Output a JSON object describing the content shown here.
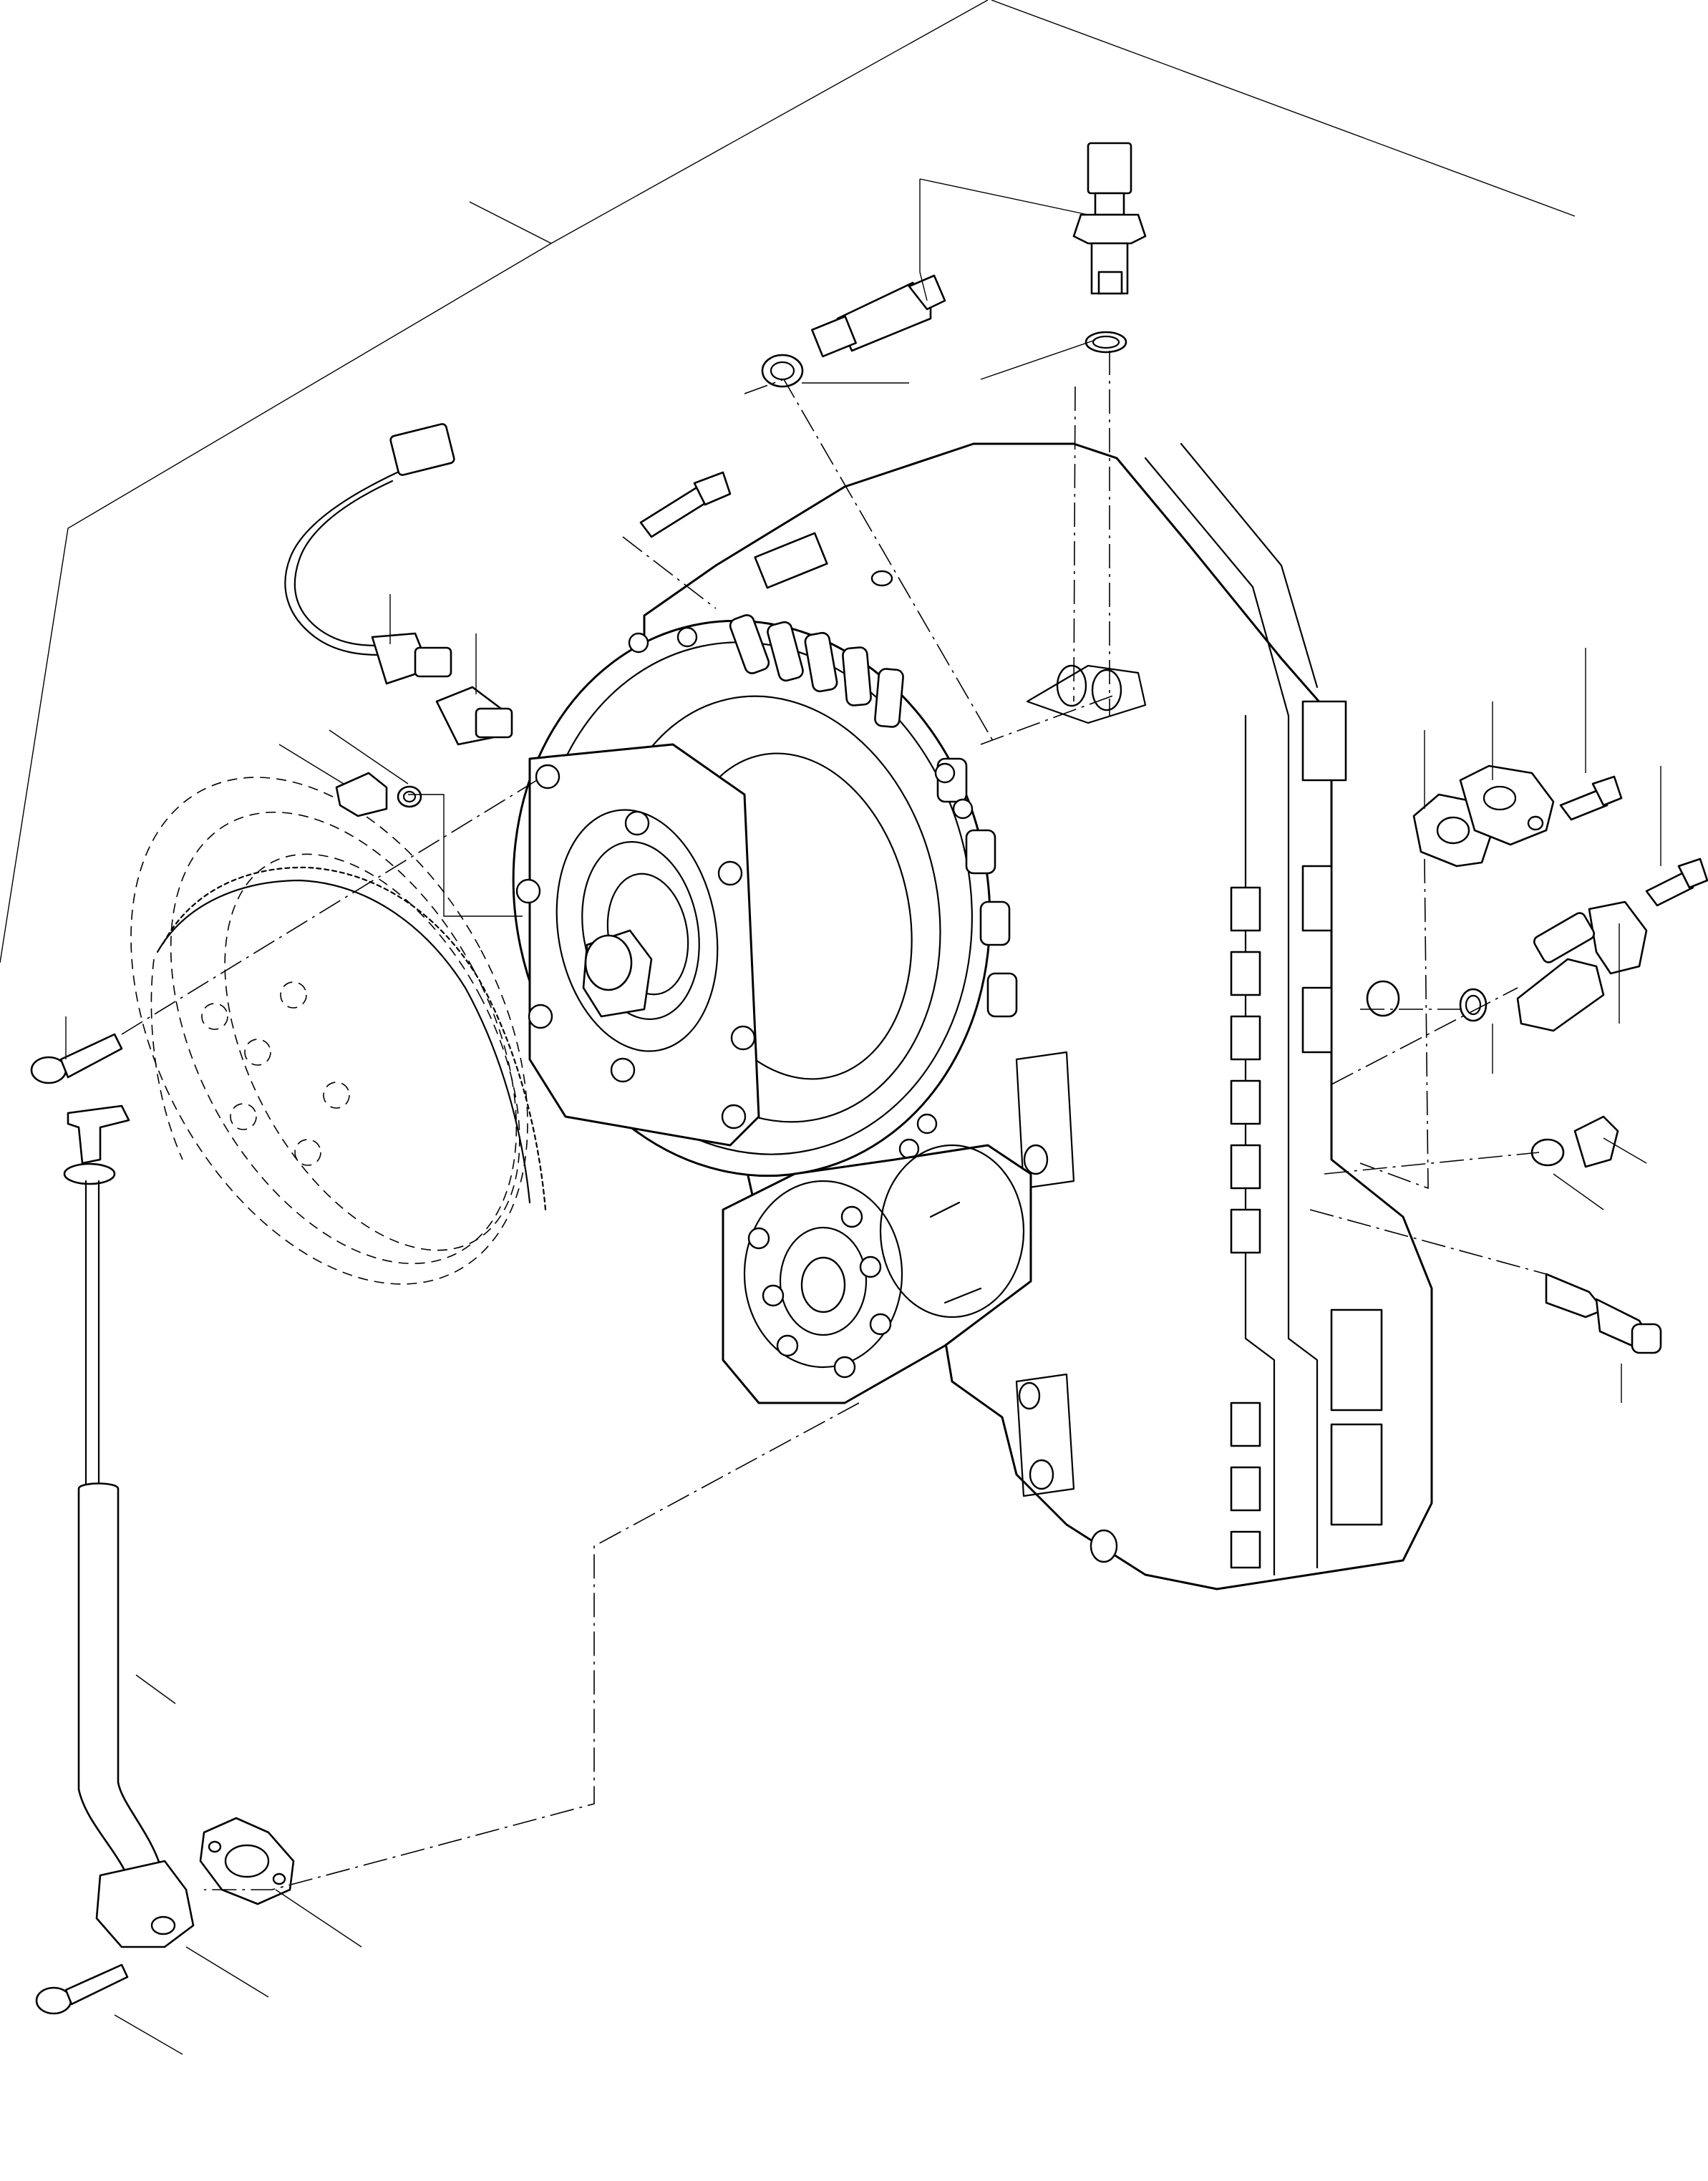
{
  "diagram": {
    "type": "exploded-parts-drawing",
    "callout_labels": [],
    "components": [
      "transmission-housing",
      "torque-converter",
      "flywheel-ring-gear",
      "pressure-sensor-connector-top",
      "pressure-sensor-connector-left",
      "wired-temperature-sensor",
      "adapter-fitting",
      "plug-with-oring",
      "capscrew-upper",
      "capscrew-left",
      "capscrew-right-1",
      "capscrew-right-2",
      "cover-plate-gasket",
      "cover-plate",
      "elbow-fitting",
      "oring-seal",
      "plug-right",
      "sensor-right-lower",
      "dipstick-and-fill-tube",
      "fill-tube-flange-gasket",
      "fill-tube-capscrew",
      "pump-drive-assembly"
    ]
  }
}
